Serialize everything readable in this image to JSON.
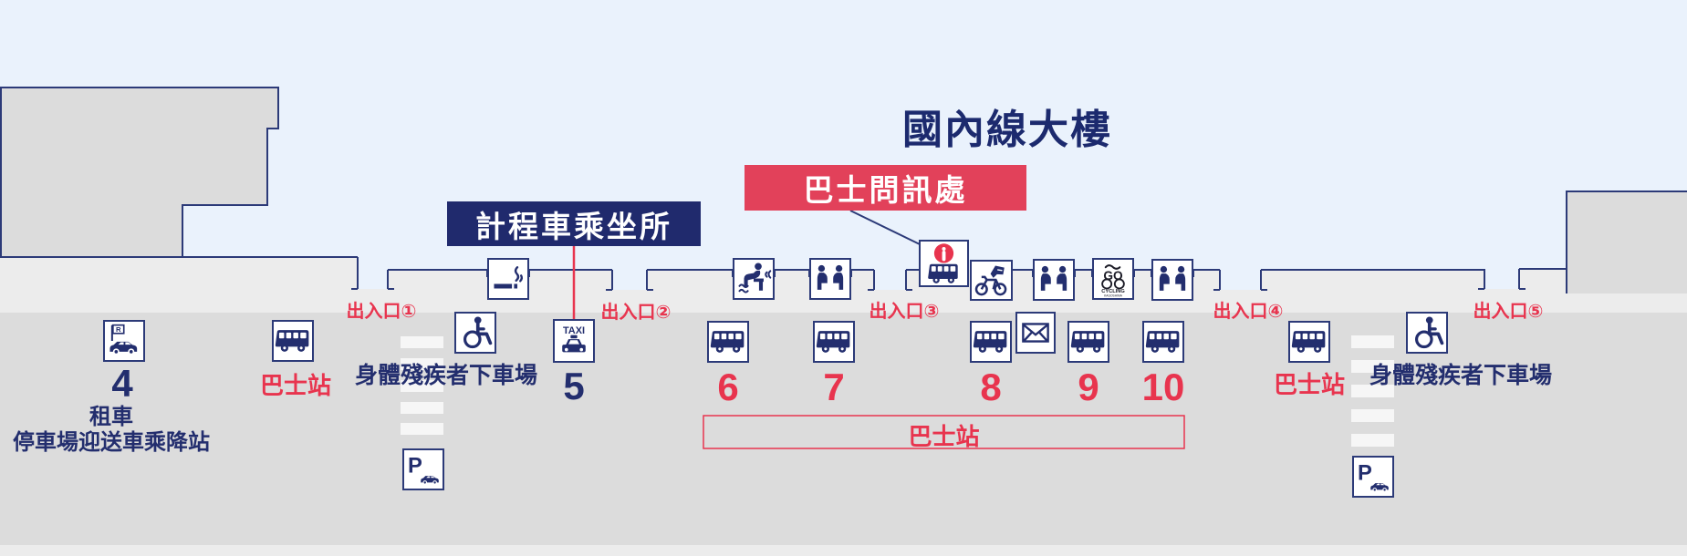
{
  "title": "國內線大樓",
  "banners": {
    "bus_info": "巴士問訊處",
    "taxi_stand": "計程車乘坐所"
  },
  "entrances": [
    {
      "label": "出入口①"
    },
    {
      "label": "出入口②"
    },
    {
      "label": "出入口③"
    },
    {
      "label": "出入口④"
    },
    {
      "label": "出入口⑤"
    }
  ],
  "stops": {
    "rental": {
      "number": "4",
      "line1": "租車",
      "line2": "停車場迎送車乘降站"
    },
    "taxi": {
      "number": "5"
    },
    "bus_numbers": [
      "6",
      "7",
      "8",
      "9",
      "10"
    ],
    "bus_stop_left": "巴士站",
    "bus_stop_right": "巴士站",
    "bus_zone": "巴士站",
    "disabled_left": "身體殘疾者下車場",
    "disabled_right": "身體殘疾者下車場"
  },
  "icon_text": {
    "taxi": "TAXI",
    "rental_flag": "R",
    "parking": "P",
    "go": "GO",
    "cycling": "CYCLING",
    "kagoshima": "KAGOSHIMA",
    "info": "i"
  },
  "colors": {
    "background": "#eaf2fc",
    "building": "#dcdcdc",
    "sidewalk": "#ececec",
    "road": "#dcdcdc",
    "crosswalk_stripe": "#f6f6f6",
    "navy": "#232e6e",
    "outline_navy": "#2c3a78",
    "red": "#e8344e",
    "banner_red": "#e2415a",
    "banner_navy": "#202a6d"
  }
}
